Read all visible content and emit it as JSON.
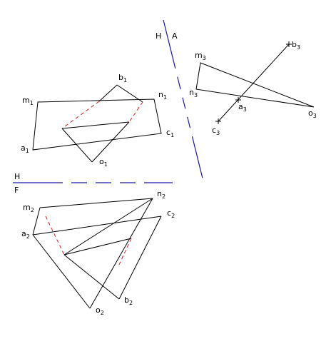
{
  "fold_lines": {
    "hf": {
      "upper": "H",
      "lower": "F"
    },
    "ha": {
      "left": "H",
      "right": "A"
    }
  },
  "colors": {
    "line": "#000000",
    "fold": "#1a1aa8",
    "hidden": "#d42020"
  },
  "views": {
    "top": {
      "labels": [
        {
          "base": "b",
          "sub": "1"
        },
        {
          "base": "m",
          "sub": "1"
        },
        {
          "base": "n",
          "sub": "1"
        },
        {
          "base": "c",
          "sub": "1"
        },
        {
          "base": "a",
          "sub": "1"
        },
        {
          "base": "o",
          "sub": "1"
        }
      ]
    },
    "front": {
      "labels": [
        {
          "base": "n",
          "sub": "2"
        },
        {
          "base": "m",
          "sub": "2"
        },
        {
          "base": "c",
          "sub": "2"
        },
        {
          "base": "a",
          "sub": "2"
        },
        {
          "base": "b",
          "sub": "2"
        },
        {
          "base": "o",
          "sub": "2"
        }
      ]
    },
    "auxiliary": {
      "labels": [
        {
          "base": "b",
          "sub": "3"
        },
        {
          "base": "m",
          "sub": "3"
        },
        {
          "base": "n",
          "sub": "3"
        },
        {
          "base": "a",
          "sub": "3"
        },
        {
          "base": "o",
          "sub": "3"
        },
        {
          "base": "c",
          "sub": "3"
        }
      ]
    }
  }
}
